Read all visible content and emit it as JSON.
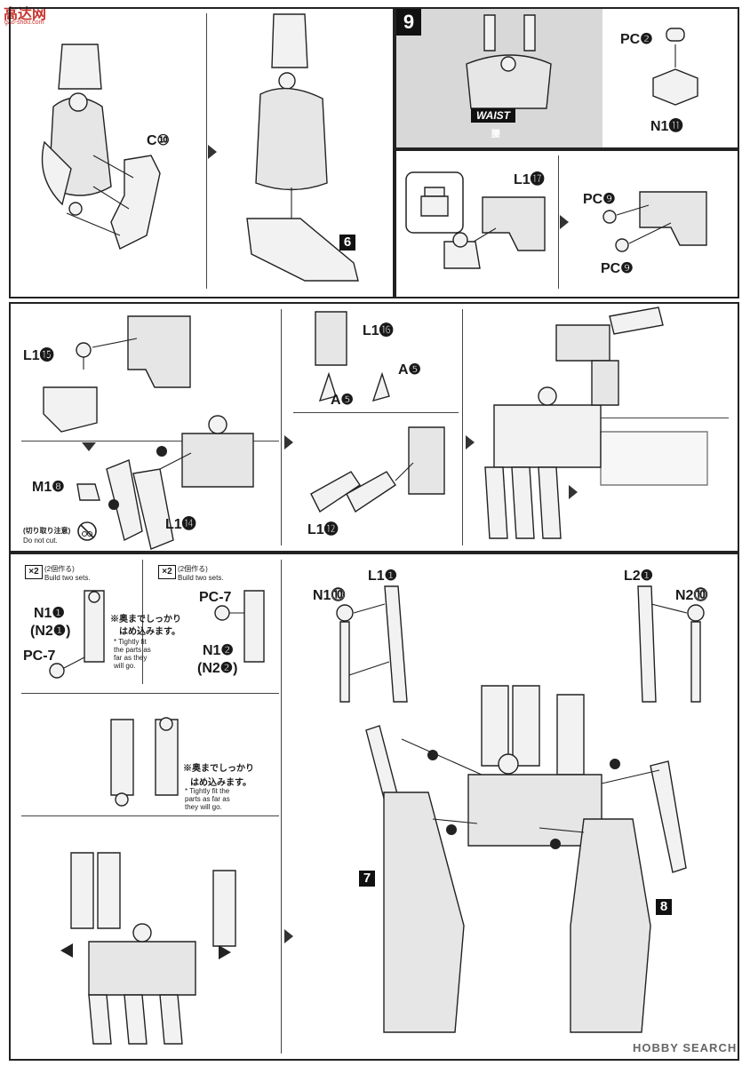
{
  "watermark": {
    "logo": "高达网",
    "site": "gao-shou.com"
  },
  "footer": {
    "brand": "HOBBY SEARCH"
  },
  "step": {
    "number": "9",
    "title": "WAIST",
    "title_jp": "腰"
  },
  "parts": {
    "c10": "C⑩",
    "badge6": "6",
    "pc2": "PC❷",
    "n1_11": "N1⓫",
    "l1_17": "L1⓱",
    "pc9a": "PC❾",
    "pc9b": "PC❾",
    "l1_15": "L1⓯",
    "m1_8": "M1❽",
    "l1_14": "L1⓮",
    "l1_16": "L1⓰",
    "a5a": "A❺",
    "a5b": "A❺",
    "l1_12": "L1⓬",
    "n1_1": "N1❶",
    "n2_1": "(N2❶)",
    "pc7a": "PC-7",
    "pc7b": "PC-7",
    "n1_2": "N1❷",
    "n2_2": "(N2❷)",
    "n1_10": "N1⓾",
    "l1_1": "L1❶",
    "l2_1": "L2❶",
    "n2_10": "N2⓾",
    "badge7": "7",
    "badge8": "8"
  },
  "notes": {
    "cut_jp": "(切り取り注意)",
    "cut_en": "Do not cut.",
    "x2a": "×2",
    "x2a_jp": "(2個作る)",
    "x2a_en": "Build two sets.",
    "x2b": "×2",
    "x2b_jp": "(2個作る)",
    "x2b_en": "Build two sets.",
    "fit1_jp1": "※奥までしっかり",
    "fit1_jp2": "はめ込みます。",
    "fit1_en": "* Tightly fit the parts as far as they will go.",
    "fit2_jp1": "※奥までしっかり",
    "fit2_jp2": "はめ込みます。",
    "fit2_en": "* Tightly fit the parts as far as they will go."
  },
  "icons": [
    "scissors-prohibited-icon",
    "step-arrow-icon",
    "sequence-1-icon",
    "sequence-2-icon"
  ]
}
